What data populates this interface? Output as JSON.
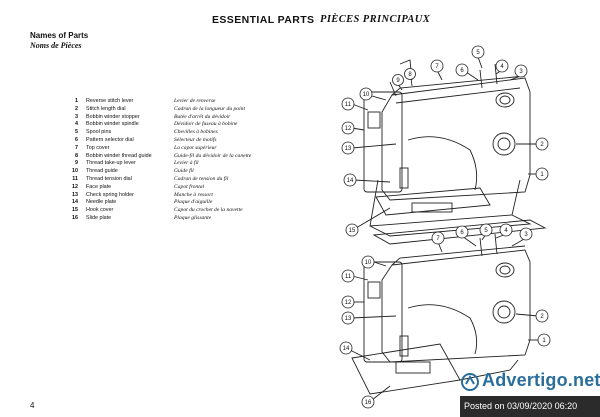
{
  "header": {
    "title_en": "ESSENTIAL PARTS",
    "title_fr": "PIÈCES PRINCIPAUX"
  },
  "section": {
    "title_en": "Names of Parts",
    "title_fr": "Noms de Pièces"
  },
  "parts": [
    {
      "num": "1",
      "en": "Reverse stitch lever",
      "fr": "Levier de renverse"
    },
    {
      "num": "2",
      "en": "Stitch length dial",
      "fr": "Cadran de la longueur du point"
    },
    {
      "num": "3",
      "en": "Bobbin winder stopper",
      "fr": "Butée d'arrêt du dévidoir"
    },
    {
      "num": "4",
      "en": "Bobbin winder spindle",
      "fr": "Dévidoir de fuseau à bobine"
    },
    {
      "num": "5",
      "en": "Spool pins",
      "fr": "Chevilles à bobines"
    },
    {
      "num": "6",
      "en": "Pattern selector dial",
      "fr": "Sélecteur de motifs"
    },
    {
      "num": "7",
      "en": "Top cover",
      "fr": "La capot supérieur"
    },
    {
      "num": "8",
      "en": "Bobbin winder thread guide",
      "fr": "Guide-fil du dévidoir de la canette"
    },
    {
      "num": "9",
      "en": "Thread take-up lever",
      "fr": "Levier à fil"
    },
    {
      "num": "10",
      "en": "Thread guide",
      "fr": "Guide fil"
    },
    {
      "num": "11",
      "en": "Thread tension dial",
      "fr": "Cadran de tension du fil"
    },
    {
      "num": "12",
      "en": "Face plate",
      "fr": "Capot frontal"
    },
    {
      "num": "13",
      "en": "Check spring holder",
      "fr": "Manche à ressort"
    },
    {
      "num": "14",
      "en": "Needle plate",
      "fr": "Plaque d'aiguille"
    },
    {
      "num": "15",
      "en": "Hook cover",
      "fr": "Capot du crochet de la navette"
    },
    {
      "num": "16",
      "en": "Slide plate",
      "fr": "Plaque glissante"
    }
  ],
  "page_number": "4",
  "watermark": {
    "brand": "Advertigo.net",
    "posted": "Posted on 03/09/2020 06:20"
  },
  "diagram_top": {
    "callouts": [
      "10",
      "9",
      "8",
      "7",
      "6",
      "5",
      "4",
      "3",
      "11",
      "12",
      "13",
      "2",
      "14",
      "1",
      "15"
    ]
  },
  "diagram_bottom": {
    "callouts": [
      "7",
      "6",
      "5",
      "4",
      "3",
      "10",
      "11",
      "12",
      "2",
      "13",
      "1",
      "14",
      "16"
    ]
  }
}
